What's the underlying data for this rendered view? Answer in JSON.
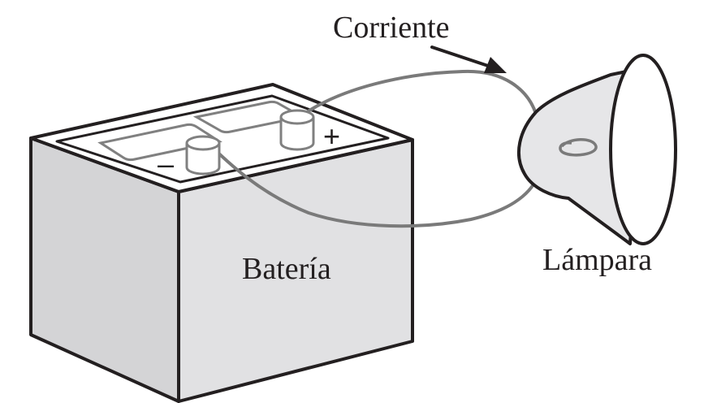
{
  "labels": {
    "current": "Corriente",
    "battery": "Batería",
    "lamp": "Lámpara",
    "negative_terminal": "–",
    "positive_terminal": "+"
  },
  "colors": {
    "outline": "#231f20",
    "battery_front": "#d4d4d6",
    "battery_side": "#e1e1e3",
    "battery_top": "#ffffff",
    "wire": "#7a7a7a",
    "terminal": "#ffffff",
    "lamp_shade_inside": "#ffffff",
    "lamp_bulb": "#e6e6e8"
  }
}
